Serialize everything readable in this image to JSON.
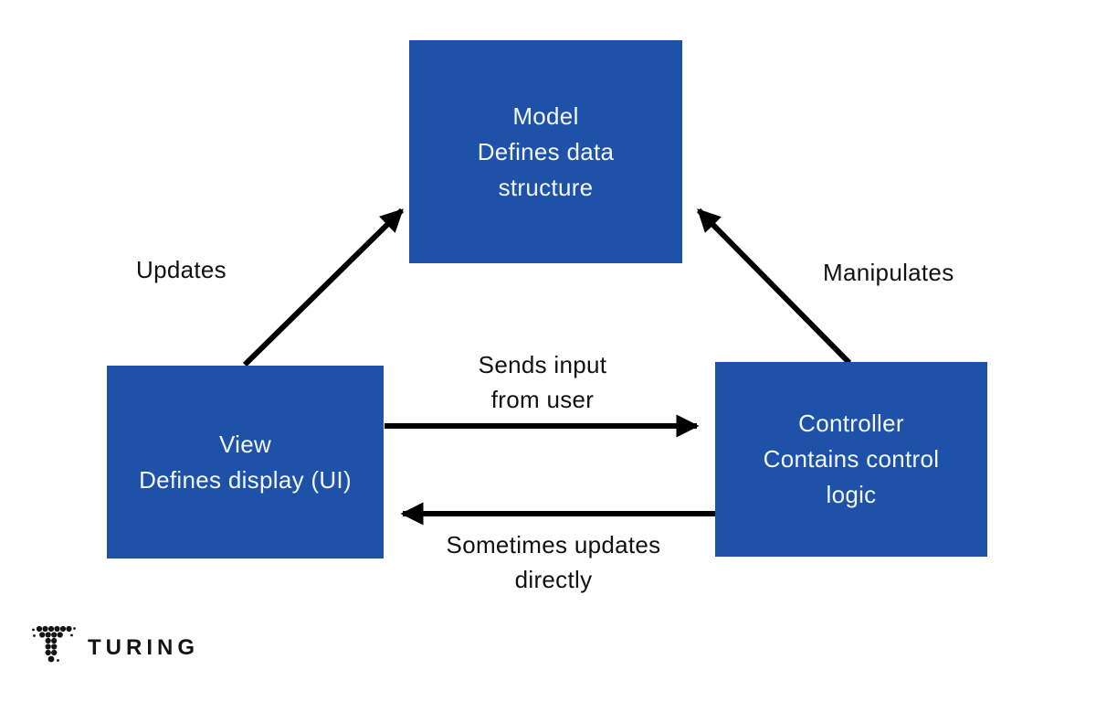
{
  "diagram": {
    "type": "architecture-diagram",
    "topic": "MVC pattern",
    "nodes": {
      "model": {
        "lines": [
          "Model",
          "Defines data",
          "structure"
        ]
      },
      "view": {
        "lines": [
          "View",
          "Defines display (UI)"
        ]
      },
      "controller": {
        "lines": [
          "Controller",
          "Contains control",
          "logic"
        ]
      }
    },
    "edges": {
      "updates": {
        "from": "View",
        "to": "Model",
        "lines": [
          "Updates"
        ]
      },
      "manipulates": {
        "from": "Controller",
        "to": "Model",
        "lines": [
          "Manipulates"
        ]
      },
      "sends_input": {
        "from": "View",
        "to": "Controller",
        "lines": [
          "Sends input",
          "from user"
        ]
      },
      "sometimes_updates": {
        "from": "Controller",
        "to": "View",
        "lines": [
          "Sometimes updates",
          "directly"
        ]
      }
    },
    "colors": {
      "node_background": "#1d52a8",
      "node_text": "#f4f7fb",
      "arrow": "#000000",
      "label_text": "#111111",
      "page_background": "#ffffff"
    }
  },
  "footer": {
    "brand_name": "TURING",
    "logo_icon": "turing-dotted-t-logo"
  }
}
